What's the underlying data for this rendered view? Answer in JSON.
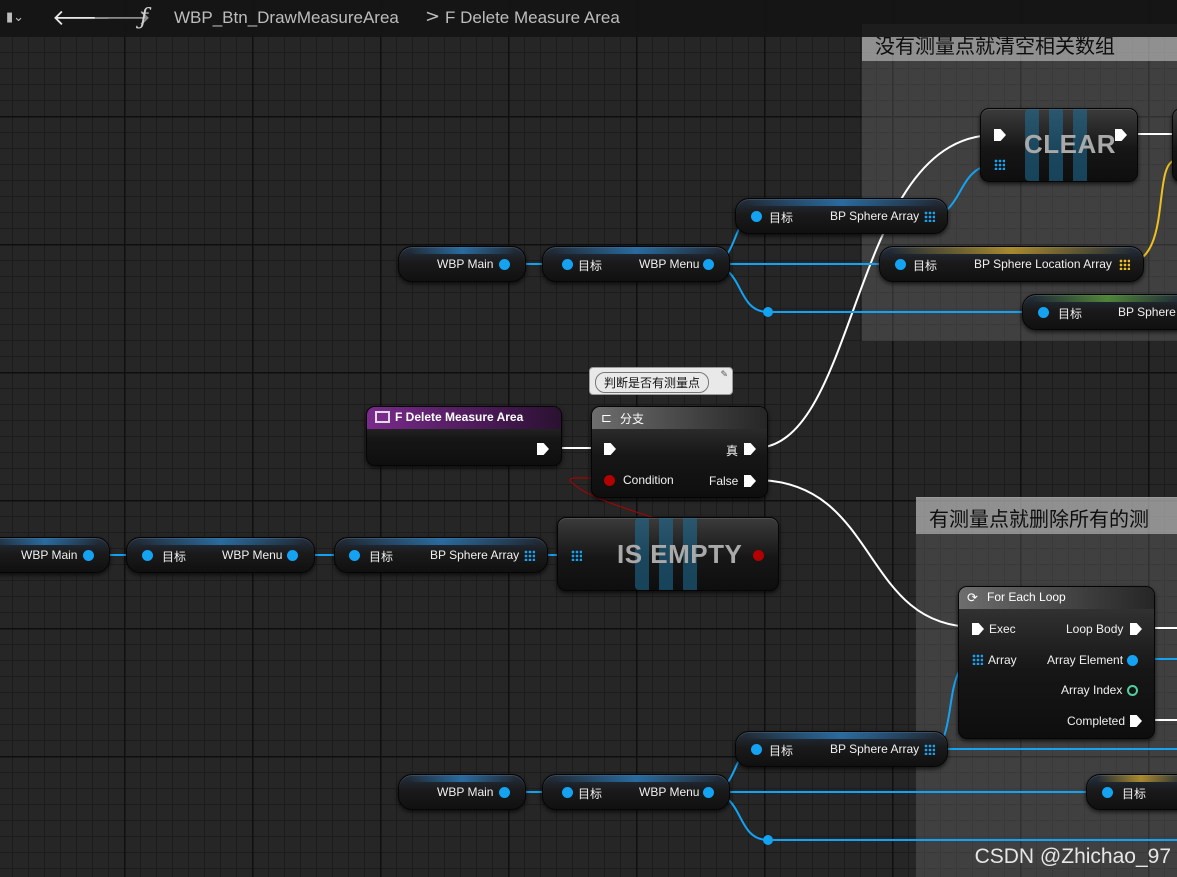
{
  "toolbar": {
    "bookmark_icon": "bookmark-icon",
    "back_icon": "arrow-left-icon",
    "forward_icon": "arrow-right-icon",
    "function_icon": "function-icon",
    "breadcrumb_parent": "WBP_Btn_DrawMeasureArea",
    "breadcrumb_separator": ">",
    "breadcrumb_current": "F Delete Measure Area"
  },
  "comments": {
    "clear_group": "没有测量点就清空相关数组",
    "delete_group": "有测量点就删除所有的测"
  },
  "nodes": {
    "func_entry": {
      "title": "F Delete Measure Area"
    },
    "branch": {
      "title": "分支",
      "true_label": "真",
      "condition_label": "Condition",
      "false_label": "False",
      "comment": "判断是否有测量点"
    },
    "clear": {
      "title": "CLEAR"
    },
    "is_empty": {
      "title": "IS EMPTY"
    },
    "for_each": {
      "title": "For Each Loop",
      "exec": "Exec",
      "array": "Array",
      "loop_body": "Loop Body",
      "array_element": "Array Element",
      "array_index": "Array Index",
      "completed": "Completed"
    }
  },
  "labels": {
    "wbp_main": "WBP Main",
    "target": "目标",
    "wbp_menu": "WBP Menu",
    "bp_sphere_array": "BP Sphere Array",
    "bp_sphere_location_array": "BP Sphere Location Array",
    "bp_sphere": "BP Sphere"
  },
  "watermark": "CSDN @Zhichao_97",
  "colors": {
    "object_pin": "#13a3f2",
    "gold_pin": "#f0c020",
    "bool_pin": "#b30000",
    "function_header": "#7a2a8c"
  }
}
